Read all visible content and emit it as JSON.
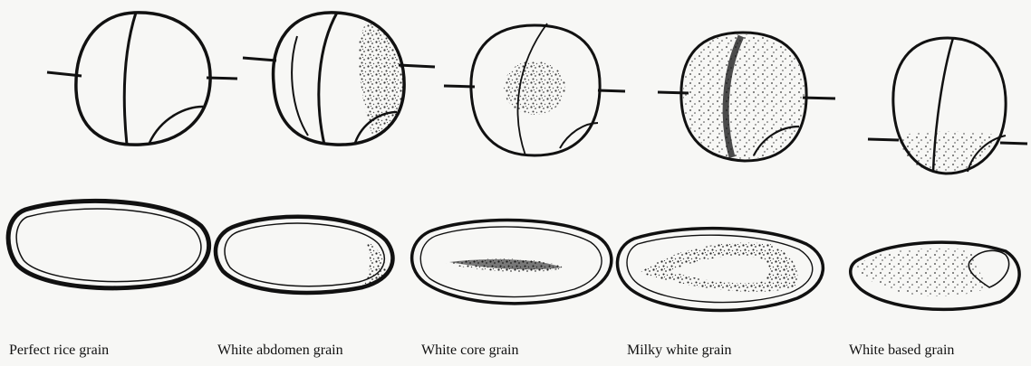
{
  "grains": [
    {
      "label": "Perfect rice grain",
      "chalk": "none"
    },
    {
      "label": "White abdomen grain",
      "chalk": "abdomen"
    },
    {
      "label": "White core grain",
      "chalk": "core"
    },
    {
      "label": "Milky white grain",
      "chalk": "whole"
    },
    {
      "label": "White based grain",
      "chalk": "base"
    }
  ]
}
